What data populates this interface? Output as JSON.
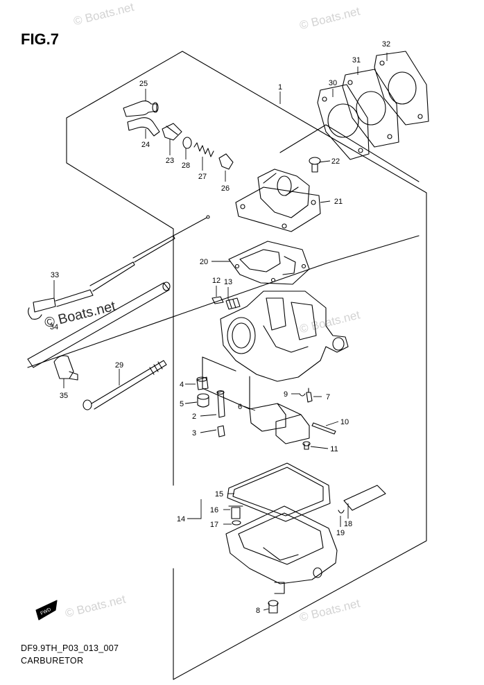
{
  "figure": {
    "title": "FIG.7",
    "code": "DF9.9TH_P03_013_007",
    "name": "CARBURETOR",
    "fwd_label": "FWD",
    "watermark": "© Boats.net"
  },
  "callouts": {
    "c1": "1",
    "c2": "2",
    "c3": "3",
    "c4": "4",
    "c5": "5",
    "c6": "6",
    "c7": "7",
    "c8": "8",
    "c9": "9",
    "c10": "10",
    "c11": "11",
    "c12": "12",
    "c13": "13",
    "c14": "14",
    "c15": "15",
    "c16": "16",
    "c17": "17",
    "c18": "18",
    "c19": "19",
    "c20": "20",
    "c21": "21",
    "c22": "22",
    "c23": "23",
    "c24": "24",
    "c25": "25",
    "c26": "26",
    "c27": "27",
    "c28": "28",
    "c29": "29",
    "c30": "30",
    "c31": "31",
    "c32": "32",
    "c33": "33",
    "c34": "34",
    "c35": "35"
  }
}
